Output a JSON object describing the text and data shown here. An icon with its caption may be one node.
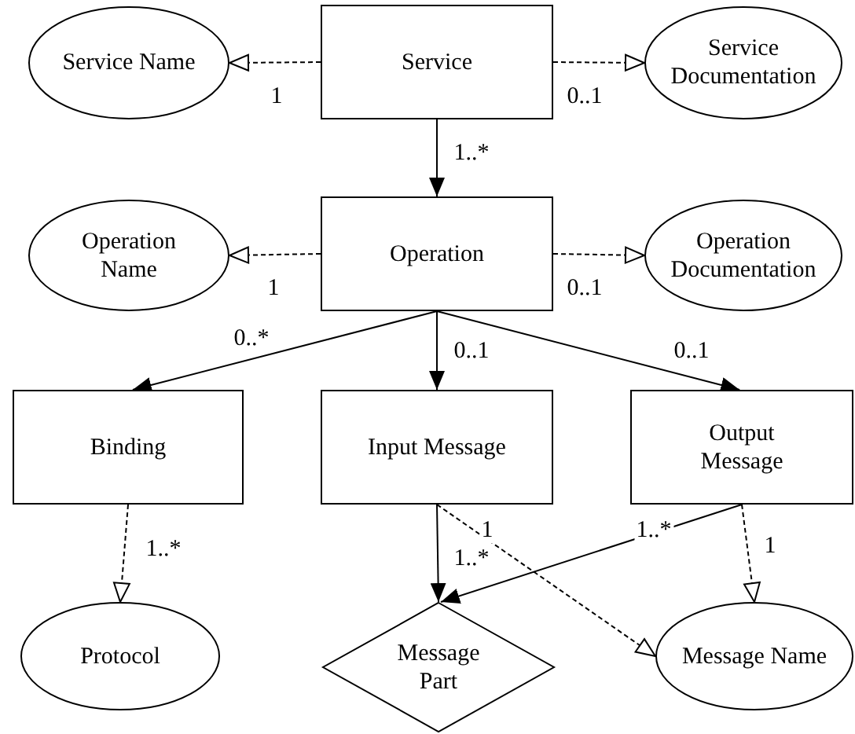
{
  "diagram": {
    "nodes": [
      {
        "text": [
          "Service Name"
        ]
      },
      {
        "text": [
          "Service"
        ]
      },
      {
        "text": [
          "Service Documentation"
        ]
      },
      {
        "text": [
          "Operation Name"
        ]
      },
      {
        "text": [
          "Operation"
        ]
      },
      {
        "text": [
          "Operation Documentation"
        ]
      },
      {
        "text": [
          "Binding"
        ]
      },
      {
        "text": [
          "Input Message"
        ]
      },
      {
        "text": [
          "Output Message"
        ]
      },
      {
        "text": [
          "Protocol"
        ]
      },
      {
        "text": [
          "Message Part"
        ]
      },
      {
        "text": [
          "Message Name"
        ]
      }
    ],
    "edges": [
      {
        "from": 1,
        "to": 0,
        "arrow": "to",
        "label": "1",
        "style": "dashed"
      },
      {
        "from": 1,
        "to": 2,
        "arrow": "to",
        "label": "0..1",
        "style": "dashed"
      },
      {
        "from": 1,
        "to": 4,
        "arrow": "to",
        "label": "1..*"
      },
      {
        "from": 4,
        "to": 3,
        "arrow": "to",
        "label": "1",
        "style": "dashed"
      },
      {
        "from": 4,
        "to": 5,
        "arrow": "to",
        "label": "0..1",
        "style": "dashed"
      },
      {
        "from": 4,
        "to": 6,
        "arrow": "to",
        "label": "0..*"
      },
      {
        "from": 4,
        "to": 7,
        "arrow": "to",
        "label": "0..1"
      },
      {
        "from": 4,
        "to": 8,
        "arrow": "to",
        "label": "0..1"
      },
      {
        "from": 6,
        "to": 9,
        "arrow": "to",
        "label": "1..*",
        "style": "dashed"
      },
      {
        "from": 7,
        "to": 10,
        "arrow": "to",
        "label": "1..*"
      },
      {
        "from": 7,
        "to": 11,
        "arrow": "to",
        "label": "1",
        "style": "dashed"
      },
      {
        "from": 8,
        "to": 10,
        "arrow": "to",
        "label": "1..*"
      },
      {
        "from": 8,
        "to": 11,
        "arrow": "to",
        "label": "1",
        "style": "dashed"
      }
    ]
  }
}
